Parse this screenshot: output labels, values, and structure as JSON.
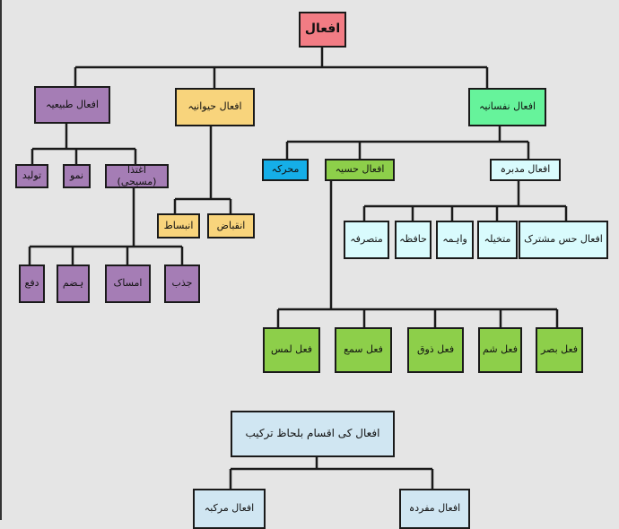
{
  "root": "افعال",
  "level1": {
    "tabiyah": "افعال طبیعیہ",
    "haiwaniyah": "افعال حیوانیہ",
    "nafsaniyah": "افعال نفسانیہ"
  },
  "tabiyah_children": [
    "تولید",
    "نمو",
    "اغتذا (مسیحی)"
  ],
  "ightiza_children": [
    "دفع",
    "ہضم",
    "امساک",
    "جذب"
  ],
  "haiwaniyah_children": [
    "انبساط",
    "انقباض"
  ],
  "nafsaniyah_children": [
    "محرکہ",
    "افعال حسیہ",
    "افعال مدبرہ"
  ],
  "hissiyah_children": [
    "فعل لمس",
    "فعل سمع",
    "فعل ذوق",
    "فعل شم",
    "فعل بصر"
  ],
  "mudabbirah_children": [
    "متصرفہ",
    "حافظہ",
    "واہمہ",
    "متخیلہ",
    "افعال حس مشترک"
  ],
  "composition": {
    "title": "افعال کی اقسام بلحاظ ترکیب",
    "children": [
      "افعال مرکبہ",
      "افعال مفردہ"
    ]
  }
}
